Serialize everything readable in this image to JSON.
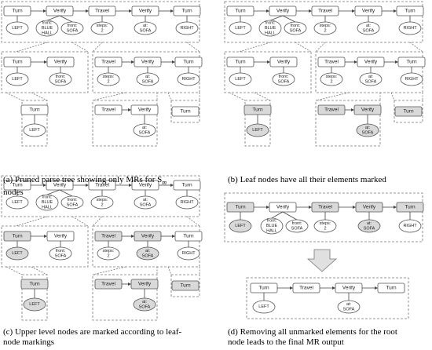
{
  "panels": [
    {
      "caption": "(a) Pruned parse tree showing only MRs for S",
      "caption_sub": "m",
      "caption_line2": "nodes"
    },
    {
      "caption": "(b) Leaf nodes have all their elements marked"
    },
    {
      "caption": "(c) Upper level nodes are marked according to leaf-",
      "caption_line2": "node markings"
    },
    {
      "caption": "(d) Removing all unmarked elements for the root",
      "caption_line2": "node leads to the final MR output"
    }
  ],
  "labels": {
    "turn": "Turn",
    "verify": "Verify",
    "travel": "Travel",
    "left": "LEFT",
    "right": "RIGHT",
    "front_blue_hall": [
      "front:",
      "BLUE",
      "HALL"
    ],
    "front_sofa": [
      "front:",
      "SOFA"
    ],
    "steps_2": [
      "steps:",
      "2"
    ],
    "at_sofa": [
      "at:",
      "SOFA"
    ]
  },
  "colors": {
    "unmarked": "#ffffff",
    "marked": "#d9d9d9",
    "stroke": "#555555",
    "dashed": "#777777"
  }
}
